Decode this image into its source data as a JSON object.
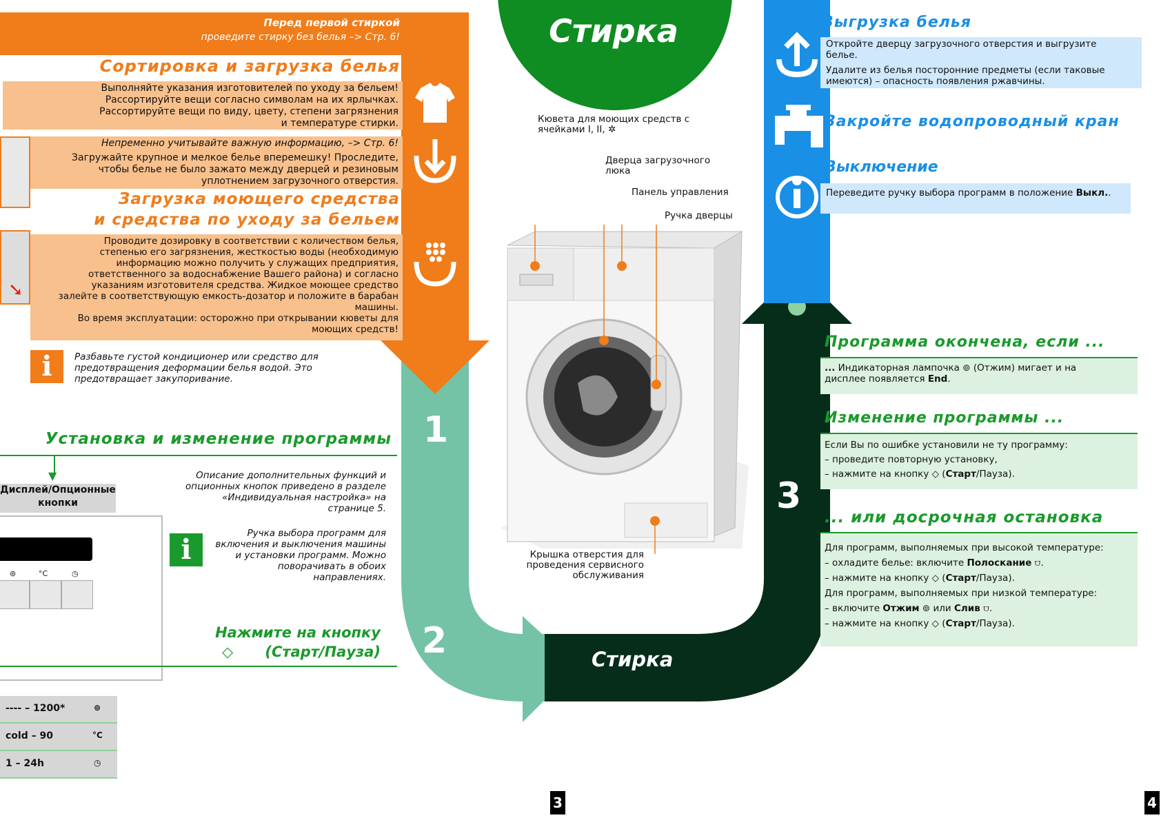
{
  "colors": {
    "orange": "#f07c1a",
    "green": "#1a9a2c",
    "mint": "#74c3a6",
    "dark_green": "#052d19",
    "blue": "#1a8fe6"
  },
  "top_banner": {
    "line1": "Перед первой стиркой",
    "line2": "проведите стирку без белья –> Стр. 6!"
  },
  "sorting": {
    "title": "Сортировка и загрузка белья",
    "box1": [
      "Выполняйте указания изготовителей по уходу за бельем!",
      "Рассортируйте вещи согласно символам на их ярлычках.",
      "Рассортируйте вещи по виду, цвету, степени загрязнения",
      "и температуре стирки."
    ],
    "note": "Непременно учитывайте важную информацию, –> Стр. 6!",
    "box2": [
      "Загружайте крупное и мелкое белье вперемешку! Проследите,",
      "чтобы белье не было зажато между дверцей и резиновым",
      "уплотнением загрузочного отверстия."
    ]
  },
  "detergent": {
    "title1": "Загрузка моющего средства",
    "title2": "и средства по уходу за бельем",
    "box": [
      "Проводите дозировку в соответствии с количеством белья,",
      "степенью его загрязнения, жесткостью воды (необходимую",
      "информацию можно получить у служащих предприятия,",
      "ответственного за водоснабжение Вашего района) и согласно",
      "указаниям изготовителя средства. Жидкое моющее средство",
      "залейте в соответствующую емкость-дозатор и положите в барабан",
      "машины.",
      "Во время эксплуатации: осторожно при открывании кюветы для",
      "моющих средств!"
    ],
    "info": [
      "Разбавьте густой кондиционер или средство для",
      "предотвращения деформации белья водой. Это",
      "предотвращает закупоривание."
    ]
  },
  "program": {
    "title": "Установка и изменение программы",
    "display_label": [
      "Дисплей/Опционные",
      "кнопки"
    ],
    "desc": [
      "Описание дополнительных функций и",
      "опционных кнопок приведено в разделе",
      "«Индивидуальная настройка» на",
      "странице 5."
    ],
    "info": [
      "Ручка выбора программ для",
      "включения и выключения машины",
      "и установки программ. Можно",
      "поворачивать в обоих",
      "направлениях."
    ],
    "button_symbols": [
      "⊚",
      "°C",
      "◷"
    ],
    "press_line1": "Нажмите на кнопку",
    "press_icon": "◇",
    "press_line2": "(Старт/Пауза)",
    "table": [
      {
        "value": "---- – 1200*",
        "icon": "⊚"
      },
      {
        "value": "cold – 90",
        "icon": "°C"
      },
      {
        "value": "1 – 24h",
        "icon": "◷"
      }
    ]
  },
  "center": {
    "wash_title": "Стирка",
    "wash_bottom": "Стирка",
    "step_numbers": [
      "1",
      "2",
      "3"
    ],
    "callouts": {
      "dispenser": [
        "Кювета для моющих средств с",
        "ячейками I, II, ✲"
      ],
      "door": [
        "Дверца загрузочного",
        "люка"
      ],
      "panel": "Панель управления",
      "handle": "Ручка дверцы",
      "service": [
        "Крышка отверстия для",
        "проведения сервисного",
        "обслуживания"
      ]
    }
  },
  "right": {
    "unload_title": "Выгрузка белья",
    "unload_box": [
      "Откройте дверцу загрузочного отверстия и выгрузите",
      "белье.",
      "Удалите из белья посторонние предметы (если таковые",
      "имеются) – опасность появления ржавчины."
    ],
    "tap_title": "Закройте водопроводный кран",
    "off_title": "Выключение",
    "off_text": "Переведите ручку выбора программ в положение",
    "off_bold": "Выкл.",
    "off_end": ".",
    "end_title": "Программа окончена, если ...",
    "end_text1_bold": "...",
    "end_text1": " Индикаторная лампочка ⊚ (Отжим) мигает и на",
    "end_text2": "дисплее появляется ",
    "end_text2_bold": "End",
    "end_text2_end": ".",
    "change_title": "Изменение программы ...",
    "change_lines": [
      "Если Вы по ошибке установили не ту программу:",
      "– проведите повторную установку,"
    ],
    "change_last_pre": "– нажмите на кнопку ◇ (",
    "change_last_bold": "Старт",
    "change_last_post": "/Пауза).",
    "stop_title": "... или досрочная остановка",
    "stop_l1": "Для программ, выполняемых при высокой температуре:",
    "stop_l2_pre": "– охладите белье: включите ",
    "stop_l2_bold": "Полоскание",
    "stop_l2_post": " ⩌.",
    "stop_l3_pre": "– нажмите на кнопку ◇ (",
    "stop_l3_bold": "Старт",
    "stop_l3_post": "/Пауза).",
    "stop_l4": "Для программ, выполняемых при низкой температуре:",
    "stop_l5_pre": "– включите ",
    "stop_l5_b1": "Отжим",
    "stop_l5_mid": " ⊚ или ",
    "stop_l5_b2": "Слив",
    "stop_l5_post": " ⩌.",
    "stop_l6_pre": "– нажмите на кнопку ◇ (",
    "stop_l6_bold": "Старт",
    "stop_l6_post": "/Пауза)."
  },
  "page_numbers": [
    "3",
    "4"
  ]
}
